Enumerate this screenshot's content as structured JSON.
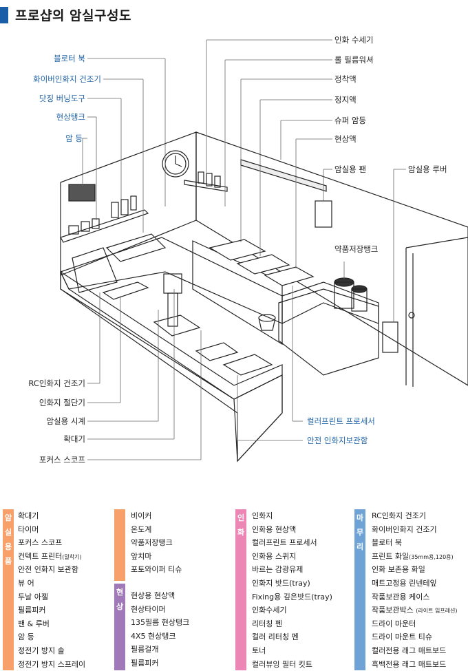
{
  "title": "프로샵의 암실구성도",
  "labels_left_blue": [
    {
      "id": "bloater-book",
      "text": "블로터 북"
    },
    {
      "id": "fiber-dryer",
      "text": "화이버인화지 건조기"
    },
    {
      "id": "dodging-tools",
      "text": "닷징 버닝도구"
    },
    {
      "id": "dev-tank",
      "text": "현상탱크"
    },
    {
      "id": "dark-light",
      "text": "암 등"
    }
  ],
  "labels_right_top": [
    {
      "id": "print-washer",
      "text": "인화 수세기"
    },
    {
      "id": "roll-film-washer",
      "text": "롤 필름워셔"
    },
    {
      "id": "fixer",
      "text": "정착액"
    },
    {
      "id": "stop-bath",
      "text": "정지액"
    },
    {
      "id": "super-dark",
      "text": "슈퍼 암등"
    },
    {
      "id": "developer",
      "text": "현상액"
    },
    {
      "id": "dark-fan",
      "text": "암실용 팬"
    },
    {
      "id": "dark-louver",
      "text": "암실용 루버"
    },
    {
      "id": "chem-tank",
      "text": "약품저장탱크"
    }
  ],
  "labels_left_bottom": [
    {
      "id": "rc-dryer",
      "text": "RC인화지 건조기"
    },
    {
      "id": "paper-cutter",
      "text": "인화지 절단기"
    },
    {
      "id": "dark-clock",
      "text": "암실용 시계"
    },
    {
      "id": "enlarger",
      "text": "확대기"
    },
    {
      "id": "focus-scope",
      "text": "포커스 스코프"
    }
  ],
  "labels_right_bottom": [
    {
      "id": "color-processor",
      "text": "컬러프린트 프로세서"
    },
    {
      "id": "safe-box",
      "text": "안전 인화지보관함"
    }
  ],
  "legend": {
    "categories": [
      {
        "id": "darkroom",
        "chars": [
          "암",
          "실",
          "용",
          "품"
        ],
        "color": "#f7a06a"
      },
      {
        "id": "develop",
        "chars": [
          "현",
          "상"
        ],
        "color": "#a07ab8"
      },
      {
        "id": "print",
        "chars": [
          "인",
          "화"
        ],
        "color": "#ec86b4"
      },
      {
        "id": "finish",
        "chars": [
          "마",
          "무",
          "리"
        ],
        "color": "#6fa3d6"
      }
    ],
    "col1": [
      "확대기",
      "타이머",
      "포커스 스코프",
      "컨텍트 프린터",
      "안전 인화지 보관함",
      "뷰 어",
      "두날 아젤",
      "필름피커",
      "팬 & 루버",
      "암 등",
      "정전기 방지 솔",
      "정전기 방지 스프레이"
    ],
    "col1_small": {
      "3": "(밀착기)"
    },
    "col2a": [
      "비이커",
      "온도계",
      "약품저장탱크",
      "앞치마",
      "포토와이퍼 티슈"
    ],
    "col2b": [
      "현상용 현상액",
      "현상타이머",
      "135필름 현상탱크",
      "4X5 현상탱크",
      "필름걸개",
      "필름피커"
    ],
    "col3": [
      "인화지",
      "인화용 현상액",
      "컬러프린트 프로세서",
      "인화용 스퀴지",
      "바르는 감광유제",
      "인화지 밧드(tray)",
      "Fixing용 깊은밧드(tray)",
      "인화수세기",
      "리터칭 펜",
      "컬러 리터칭 펜",
      "토너",
      "컬러뷰잉 필터 킷트"
    ],
    "col4": [
      "RC인화지 건조기",
      "화이버인화지 건조기",
      "블로터 북",
      "프린트 화일",
      "인화 보존용 화일",
      "매트고정용 린넨테잎",
      "작품보관용 케이스",
      "작품보관박스",
      "드라이 마운터",
      "드라이 마운트 티슈",
      "컬러전용 래그 매트보드",
      "흑백전용 래그 매트보드"
    ],
    "col4_small": {
      "3": "(35mm용,120용)",
      "7": "(라이트 임프레션)"
    }
  }
}
